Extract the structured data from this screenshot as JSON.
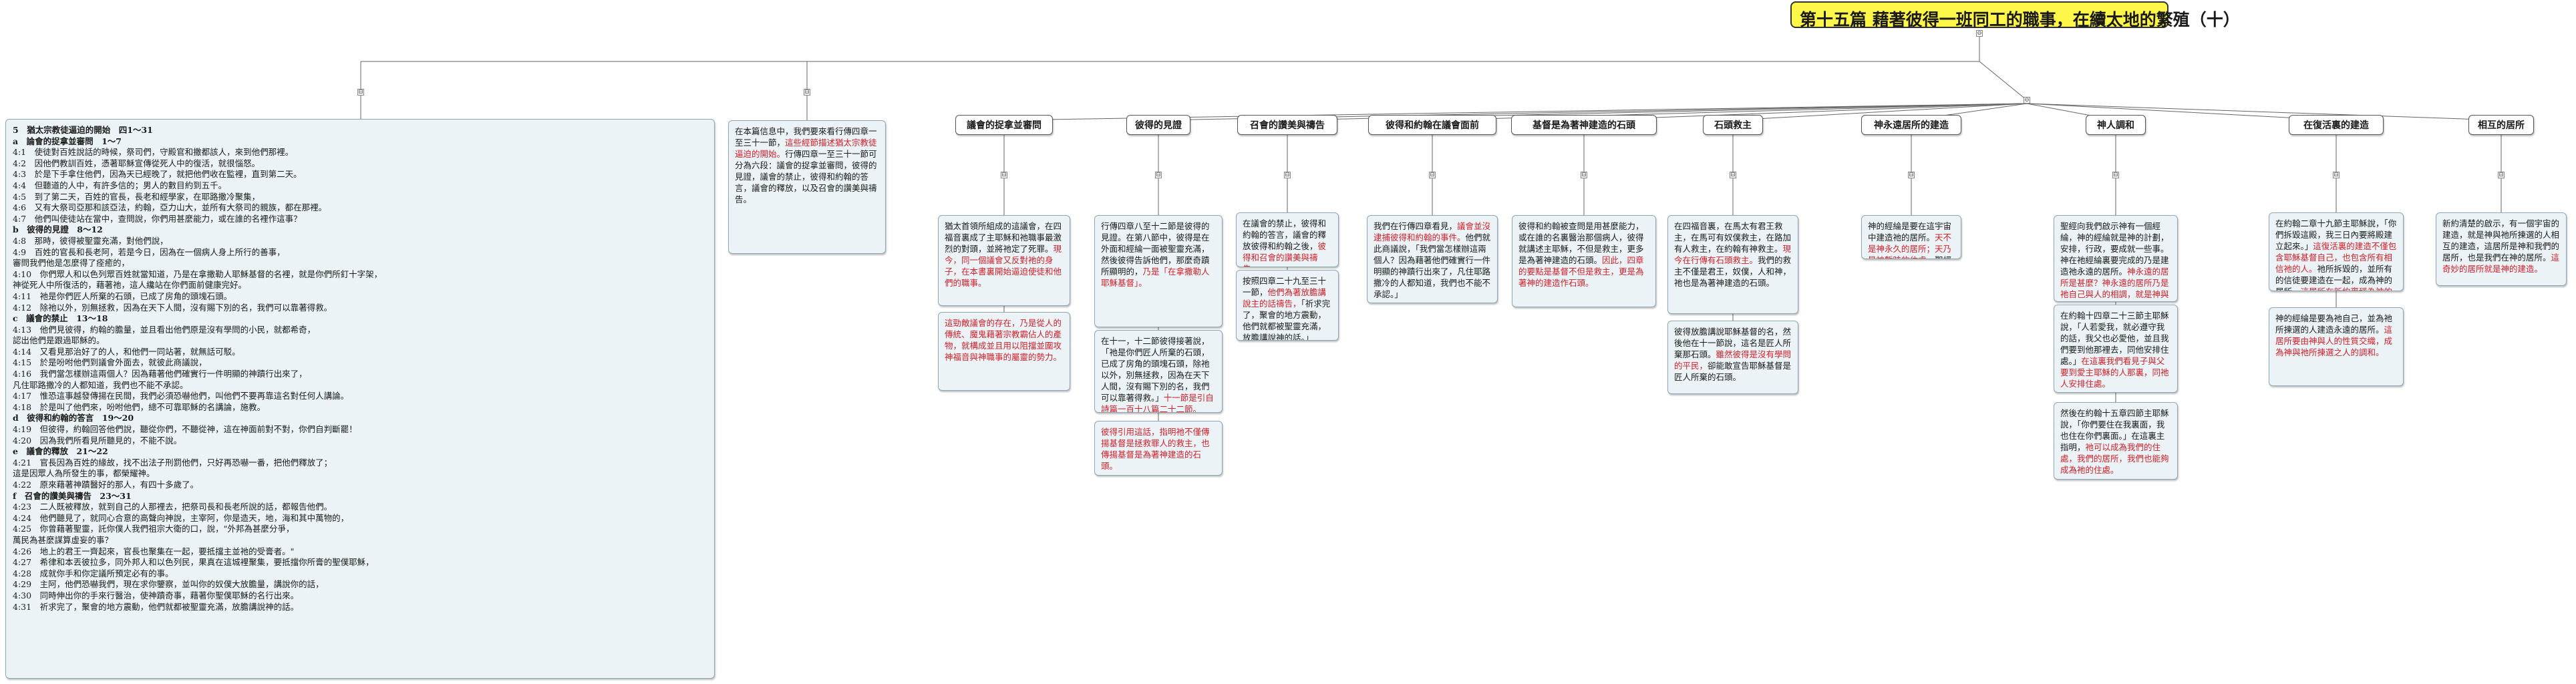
{
  "root": {
    "title": "第十五篇 藉著彼得一班同工的職事，在續太地的繁殖（十）"
  },
  "outline": {
    "lines": [
      {
        "t": "5　猶太宗教徒逼迫的開始　四1～31",
        "k": "h1"
      },
      {
        "t": "a　論會的捉拿並審問　1～7",
        "k": "sec"
      },
      {
        "t": "4:1　使徒對百姓說話的時候，祭司們，守殿官和撒都該人，來到他們那裡。",
        "k": ""
      },
      {
        "t": "4:2　因他們教訓百姓，憑著耶穌宣傳從死人中的復活，就很惱怒。",
        "k": ""
      },
      {
        "t": "4:3　於是下手拿住他們，因為天已經晚了，就把他們收在監裡，直到第二天。",
        "k": ""
      },
      {
        "t": "4:4　但聽道的人中，有許多信的；男人的數目約到五千。",
        "k": ""
      },
      {
        "t": "4:5　到了第二天，百姓的官長，長老和經學家，在耶路撒冷聚集，",
        "k": ""
      },
      {
        "t": "4:6　又有大祭司亞那和該亞法，約翰，亞力山大，並所有大祭司的親族，都在那裡。",
        "k": ""
      },
      {
        "t": "4:7　他們叫使徒站在當中，查問說，你們用甚麼能力，或在誰的名裡作這事？",
        "k": ""
      },
      {
        "t": "b　彼得的見證　8～12",
        "k": "sec"
      },
      {
        "t": "4:8　那時，彼得被聖靈充滿，對他們說，",
        "k": ""
      },
      {
        "t": "4:9　百姓的官長和長老阿，若是今日，因為在一個病人身上所行的善事，",
        "k": ""
      },
      {
        "t": "審問我們他是怎麼得了痊癒的，",
        "k": ""
      },
      {
        "t": "4:10　你們眾人和以色列眾百姓就當知道，乃是在拿撒勒人耶穌基督的名裡，就是你們所釘十字架，",
        "k": ""
      },
      {
        "t": "神從死人中所復活的，藉著祂，這人纔站在你們面前健康完好。",
        "k": ""
      },
      {
        "t": "4:11　祂是你們匠人所棄的石頭，已成了房角的頭塊石頭。",
        "k": ""
      },
      {
        "t": "4:12　除祂以外，別無拯救，因為在天下人間，沒有賜下別的名，我們可以靠著得救。",
        "k": ""
      },
      {
        "t": "c　議會的禁止　13～18",
        "k": "sec"
      },
      {
        "t": "4:13　他們見彼得，約翰的膽量，並且看出他們原是沒有學問的小民，就都希奇，",
        "k": ""
      },
      {
        "t": "認出他們是跟過耶穌的。",
        "k": ""
      },
      {
        "t": "4:14　又看見那治好了的人，和他們一同站著，就無話可駁。",
        "k": ""
      },
      {
        "t": "4:15　於是吩咐他們到議會外面去，就彼此商議說，",
        "k": ""
      },
      {
        "t": "4:16　我們當怎樣辦這兩個人？因為藉著他們確實行一件明顯的神蹟行出來了，",
        "k": ""
      },
      {
        "t": "凡住耶路撒冷的人都知道，我們也不能不承認。",
        "k": ""
      },
      {
        "t": "4:17　惟恐這事越發傳揚在民間，我們必須恐嚇他們，叫他們不要再靠這名對任何人講論。",
        "k": ""
      },
      {
        "t": "4:18　於是叫了他們來，吩咐他們，總不可靠耶穌的名講論，施教。",
        "k": ""
      },
      {
        "t": "d　彼得和約翰的答言　19～20",
        "k": "sec"
      },
      {
        "t": "4:19　但彼得，約翰回答他們說，聽從你們，不聽從神，這在神面前對不對，你們自判斷罷！",
        "k": ""
      },
      {
        "t": "4:20　因為我們所看見所聽見的，不能不說。",
        "k": ""
      },
      {
        "t": "e　議會的釋放　21～22",
        "k": "sec"
      },
      {
        "t": "4:21　官長因為百姓的緣故，找不出法子刑罰他們，只好再恐嚇一番，把他們釋放了；",
        "k": ""
      },
      {
        "t": "這是因眾人為所發生的事，都榮耀神。",
        "k": ""
      },
      {
        "t": "4:22　原來藉著神蹟醫好的那人，有四十多歲了。",
        "k": ""
      },
      {
        "t": "f　召會的讚美與禱告　23～31",
        "k": "sec"
      },
      {
        "t": "4:23　二人既被釋放，就到自己的人那裡去，把祭司長和長老所說的話，都報告他們。",
        "k": ""
      },
      {
        "t": "4:24　他們聽見了，就同心合意的高聲向神說，主宰阿，你是造天，地，海和其中萬物的，",
        "k": ""
      },
      {
        "t": "4:25　你曾藉著聖靈，託你僕人我們祖宗大衛的口，說，\"外邦為甚麼分爭，",
        "k": ""
      },
      {
        "t": "萬民為甚麼謀算虛妄的事？",
        "k": ""
      },
      {
        "t": "4:26　地上的君王一齊起來，官長也聚集在一起，要抵擋主並祂的受膏者。\"",
        "k": ""
      },
      {
        "t": "4:27　希律和本丟彼拉多，同外邦人和以色列民，果真在這城裡聚集，要抵擋你所膏的聖僕耶穌，",
        "k": ""
      },
      {
        "t": "4:28　成就你手和你定議所預定必有的事。",
        "k": ""
      },
      {
        "t": "4:29　主阿，他們恐嚇我們，現在求你鑒察，並叫你的奴僕大放膽量，講說你的話，",
        "k": ""
      },
      {
        "t": "4:30　同時伸出你的手來行醫治，使神蹟奇事，藉著你聖僕耶穌的名行出來。",
        "k": ""
      },
      {
        "t": "4:31　祈求完了，聚會的地方震動，他們就都被聖靈充滿，放膽講說神的話。",
        "k": ""
      }
    ]
  },
  "intro": [
    {
      "t": "在本篇信息中，我們要來看行傳四章一至三十一節，"
    },
    {
      "t": "這些經節描述猶太宗教徒逼迫的開始。",
      "hl": true
    },
    {
      "t": "行傳四章一至三十一節可分為六段：議會的捉拿並審問，彼得的見證，議會的禁止，彼得和約翰的答言，議會的釋放，以及召會的讚美與禱告。"
    }
  ],
  "topics": [
    {
      "label": "議會的捉拿並審問",
      "notes": [
        [
          {
            "t": "猶太首領所組成的這議會，在四福音裏成了主耶穌和祂職事最激烈的對頭，並將祂定了死罪。"
          },
          {
            "t": "現今，同一個議會又反對祂的身子，在本書裏開始逼迫使徒和他們的職事。",
            "hl": true
          }
        ],
        [
          {
            "t": "這勁敵議會的存在，乃是從人的傳統、魔鬼藉著宗教霸佔人的產物，就構成並且用以阻擋並圍攻神福音與神職事的屬靈的勢力。",
            "hl": true
          }
        ]
      ]
    },
    {
      "label": "彼得的見證",
      "notes": [
        [
          {
            "t": "行傳四章八至十二節是彼得的見證。在第八節中，彼得是在外面和經綸一面被聖靈充滿，然後彼得告訴他們，那麼奇蹟所顯明的，"
          },
          {
            "t": "乃是「在拿撒勒人耶穌基督」。",
            "hl": true
          }
        ],
        [
          {
            "t": "在十一，十二節彼得接著說，「祂是你們匠人所棄的石頭，已成了房角的頭塊石頭，除祂以外，別無拯救，因為在天下人間，沒有賜下別的名，我們可以靠著得救。」"
          },
          {
            "t": "十一節是引自詩篇一百十八篇二十二節。",
            "hl": true
          }
        ],
        [
          {
            "t": "彼得引用這話，指明祂不僅傳揚基督是拯救罪人的救主，也傳揚基督是為著神建造的石頭。",
            "hl": true
          }
        ]
      ]
    },
    {
      "label": "召會的讚美與禱告",
      "notes": [
        [
          {
            "t": "在議會的禁止，彼得和約翰的答言，議會的釋放彼得和約翰之後，"
          },
          {
            "t": "彼得和召會的讚美與禱告。",
            "hl": true
          }
        ],
        [
          {
            "t": "按照四章二十九至三十一節，"
          },
          {
            "t": "他們為著放膽講說主的話禱告，",
            "hl": true
          },
          {
            "t": "「祈求完了，聚會的地方震動，他們就都被聖靈充滿，放膽講說神的話。」"
          }
        ]
      ]
    },
    {
      "label": "彼得和約翰在議會面前",
      "notes": [
        [
          {
            "t": "我們在行傳四章看見，"
          },
          {
            "t": "議會並沒逮捕彼得和約翰的事件。",
            "hl": true
          },
          {
            "t": "他們就此商議說，「我們當怎樣辦這兩個人？因為藉著他們確實行一件明顯的神蹟行出來了，凡住耶路撒冷的人都知道，我們也不能不承認。」"
          }
        ]
      ]
    },
    {
      "label": "基督是為著神建造的石頭",
      "notes": [
        [
          {
            "t": "彼得和約翰被查問是用甚麼能力，或在誰的名裏醫治那個病人，彼得就講述主耶穌，不但是救主，更多是為著神建造的石頭。"
          },
          {
            "t": "因此，四章的要點是基督不但是救主，更是為著神的建造作石頭。",
            "hl": true
          }
        ]
      ]
    },
    {
      "label": "石頭救主",
      "notes": [
        [
          {
            "t": "在四福音裏，在馬太有君王救主，在馬可有奴僕救主，在路加有人救主，在約翰有神救主。"
          },
          {
            "t": "現今在行傳有石頭救主。",
            "hl": true
          },
          {
            "t": "我們的救主不僅是君王，奴僕，人和神，祂也是為著神建造的石頭。"
          }
        ],
        [
          {
            "t": "彼得放膽講說耶穌基督的名，然後他在十一節說，這名是匠人所棄那石頭。"
          },
          {
            "t": "雖然彼得是沒有學問的平民，",
            "hl": true
          },
          {
            "t": "卻能敢宣告耶穌基督是匠人所棄的石頭。"
          }
        ]
      ]
    },
    {
      "label": "神永遠居所的建造",
      "notes": [
        [
          {
            "t": "神的經綸是要在這宇宙中建造祂的居所。"
          },
          {
            "t": "天不是神永久的居所；天乃是神暫時的住處。",
            "hl": true
          },
          {
            "t": "聖經清楚的啟示，神今天渴望於永遠留在天上。"
          }
        ]
      ]
    },
    {
      "label": "神人調和",
      "notes": [
        [
          {
            "t": "聖經向我們啟示神有一個經綸，神的經綸就是神的計劃，安排，行政，要成就一些事。神在祂經綸裏要完成的乃是建造祂永遠的居所。"
          },
          {
            "t": "神永遠的居所是甚麼？神永遠的居所乃是祂自己與人的相調，就是神與人性的調和。",
            "hl": true
          }
        ],
        [
          {
            "t": "在約翰十四章二十三節主耶穌說，「人若愛我，就必遵守我的話，我父也必愛他，並且我們要到他那裡去，同他安排住處。」"
          },
          {
            "t": "在這裏我們看見子與父要到愛主耶穌的人那裏，同祂人安排住處。",
            "hl": true
          }
        ],
        [
          {
            "t": "然後在約翰十五章四節主耶穌說，「你們要住在我裏面，我也住在你們裏面。」在這裏主指明，"
          },
          {
            "t": "祂可以成為我們的住處，我們的居所，我們也能夠成為祂的住處。",
            "hl": true
          }
        ]
      ]
    },
    {
      "label": "在復活裏的建造",
      "notes": [
        [
          {
            "t": "在約翰二章十九節主耶穌說，「你們拆毀這殿，我三日內要將殿建立起來。」"
          },
          {
            "t": "這復活裏的建造不僅包含耶穌基督自己，也包含所有相信祂的人。",
            "hl": true
          },
          {
            "t": "祂所拆毀的，並所有的信徒要建造在一起，成為神的居所。"
          },
          {
            "t": "這居所在新約裏稱為神的家，召會。",
            "hl": true
          }
        ],
        [
          {
            "t": "神的經綸是要為祂自己，並為祂所揀選的人建造永遠的居所。"
          },
          {
            "t": "這居所要由神與人的性質交織，成為神與祂所揀選之人的調和。",
            "hl": true
          }
        ]
      ]
    },
    {
      "label": "相互的居所",
      "notes": [
        [
          {
            "t": "新約清楚的啟示，有一個宇宙的建造，就是神與祂所揀選的人相互的建造，這居所是神和我們的居所，也是我們在神的居所。"
          },
          {
            "t": "這奇妙的居所就是神的建造。",
            "hl": true
          }
        ]
      ]
    }
  ],
  "knots": {
    "root": "⊖",
    "branch": "⊖",
    "leaf": "⊟"
  }
}
